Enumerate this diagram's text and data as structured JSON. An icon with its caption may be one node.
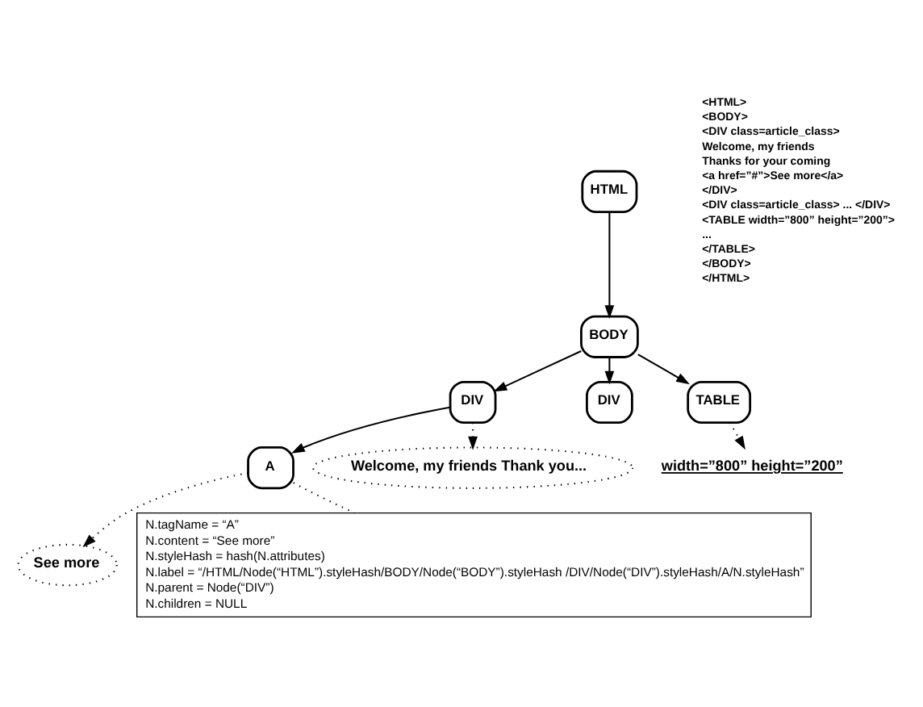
{
  "diagram": {
    "nodes": [
      {
        "text": [
          "HTML"
        ]
      },
      {
        "text": [
          "BODY"
        ]
      },
      {
        "text": [
          "DIV"
        ]
      },
      {
        "text": [
          "DIV"
        ]
      },
      {
        "text": [
          "TABLE"
        ]
      },
      {
        "text": [
          "A"
        ]
      },
      {
        "text": [
          "Welcome, my friends Thank you..."
        ]
      },
      {
        "text": [
          "See more"
        ]
      },
      {
        "text": [
          "width=”800” height=”200”"
        ]
      },
      {
        "text": [
          "N.tagName = “A”",
          "N.content = “See more”",
          "N.styleHash = hash(N.attributes)",
          "N.label = “/HTML/Node(“HTML”).styleHash/BODY/Node(“BODY”).styleHash /DIV/Node(“DIV”).styleHash/A/N.styleHash”",
          "N.parent = Node(“DIV”)",
          "N.children = NULL"
        ]
      }
    ],
    "edges": [
      {
        "from": 0,
        "to": 1,
        "arrow": "to"
      },
      {
        "from": 1,
        "to": 2,
        "arrow": "to"
      },
      {
        "from": 1,
        "to": 3,
        "arrow": "to"
      },
      {
        "from": 1,
        "to": 4,
        "arrow": "to"
      },
      {
        "from": 2,
        "to": 5,
        "arrow": "to"
      },
      {
        "from": 2,
        "to": 6,
        "arrow": "to",
        "style": "dashed"
      },
      {
        "from": 4,
        "to": 8,
        "arrow": "to",
        "style": "dashed"
      },
      {
        "from": 5,
        "to": 7,
        "arrow": "to",
        "style": "dashed"
      },
      {
        "from": 5,
        "to": 9,
        "arrow": "none",
        "style": "dashed"
      }
    ],
    "labels": [
      "<HTML>",
      "<BODY>",
      "<DIV class=article_class>",
      "Welcome, my friends",
      "Thanks for your coming",
      "<a href=”#”>See more</a>",
      "</DIV>",
      "<DIV class=article_class> ... </DIV>",
      "<TABLE width=”800” height=”200”>",
      "...",
      "</TABLE>",
      "</BODY>",
      "</HTML>"
    ]
  }
}
